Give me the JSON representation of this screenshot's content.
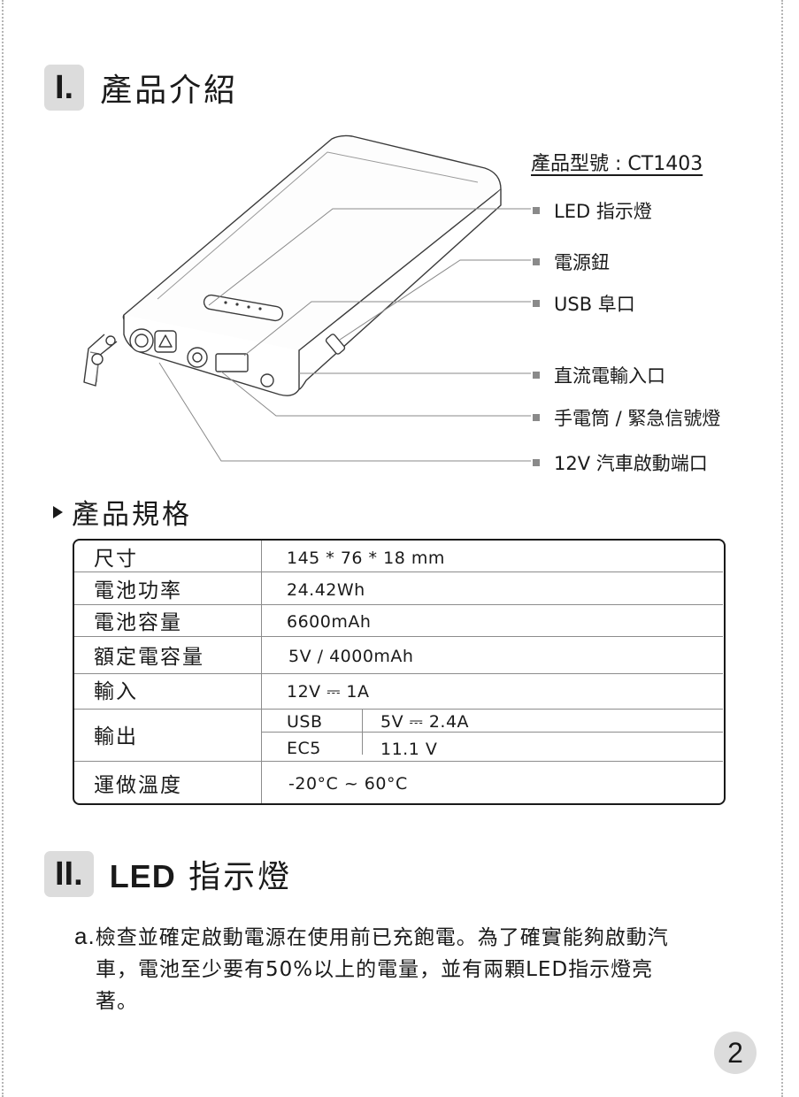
{
  "section1": {
    "roman": "I.",
    "title": "產品介紹"
  },
  "model_label": "產品型號 : CT1403",
  "callouts": [
    {
      "label": "LED 指示燈"
    },
    {
      "label": "電源鈕"
    },
    {
      "label": "USB 阜口"
    },
    {
      "label": "直流電輸入口"
    },
    {
      "label": "手電筒 / 緊急信號燈"
    },
    {
      "label": "12V 汽車啟動端口"
    }
  ],
  "spec_heading": "產品規格",
  "spec": {
    "size_label": "尺寸",
    "size_value": "145 * 76 * 18 mm",
    "power_label": "電池功率",
    "power_value": "24.42Wh",
    "capacity_label": "電池容量",
    "capacity_value": "6600mAh",
    "rated_label": "額定電容量",
    "rated_value": "5V / 4000mAh",
    "input_label": "輸入",
    "input_value": "12V ⎓ 1A",
    "output_label": "輸出",
    "output_usb_label": "USB",
    "output_usb_value": "5V ⎓ 2.4A",
    "output_ec5_label": "EC5",
    "output_ec5_value": "11.1 V",
    "temp_label": "運做溫度",
    "temp_value": "-20°C ~ 60°C"
  },
  "section2": {
    "roman": "II.",
    "title_bold": "LED",
    "title_rest": " 指示燈"
  },
  "paragraph": {
    "marker": "a.",
    "line1": "檢查並確定啟動電源在使用前已充飽電。為了確實能夠啟動汽",
    "line2": "車，電池至少要有50%以上的電量，並有兩顆LED指示燈亮",
    "line3": "著。"
  },
  "page_number": "2"
}
